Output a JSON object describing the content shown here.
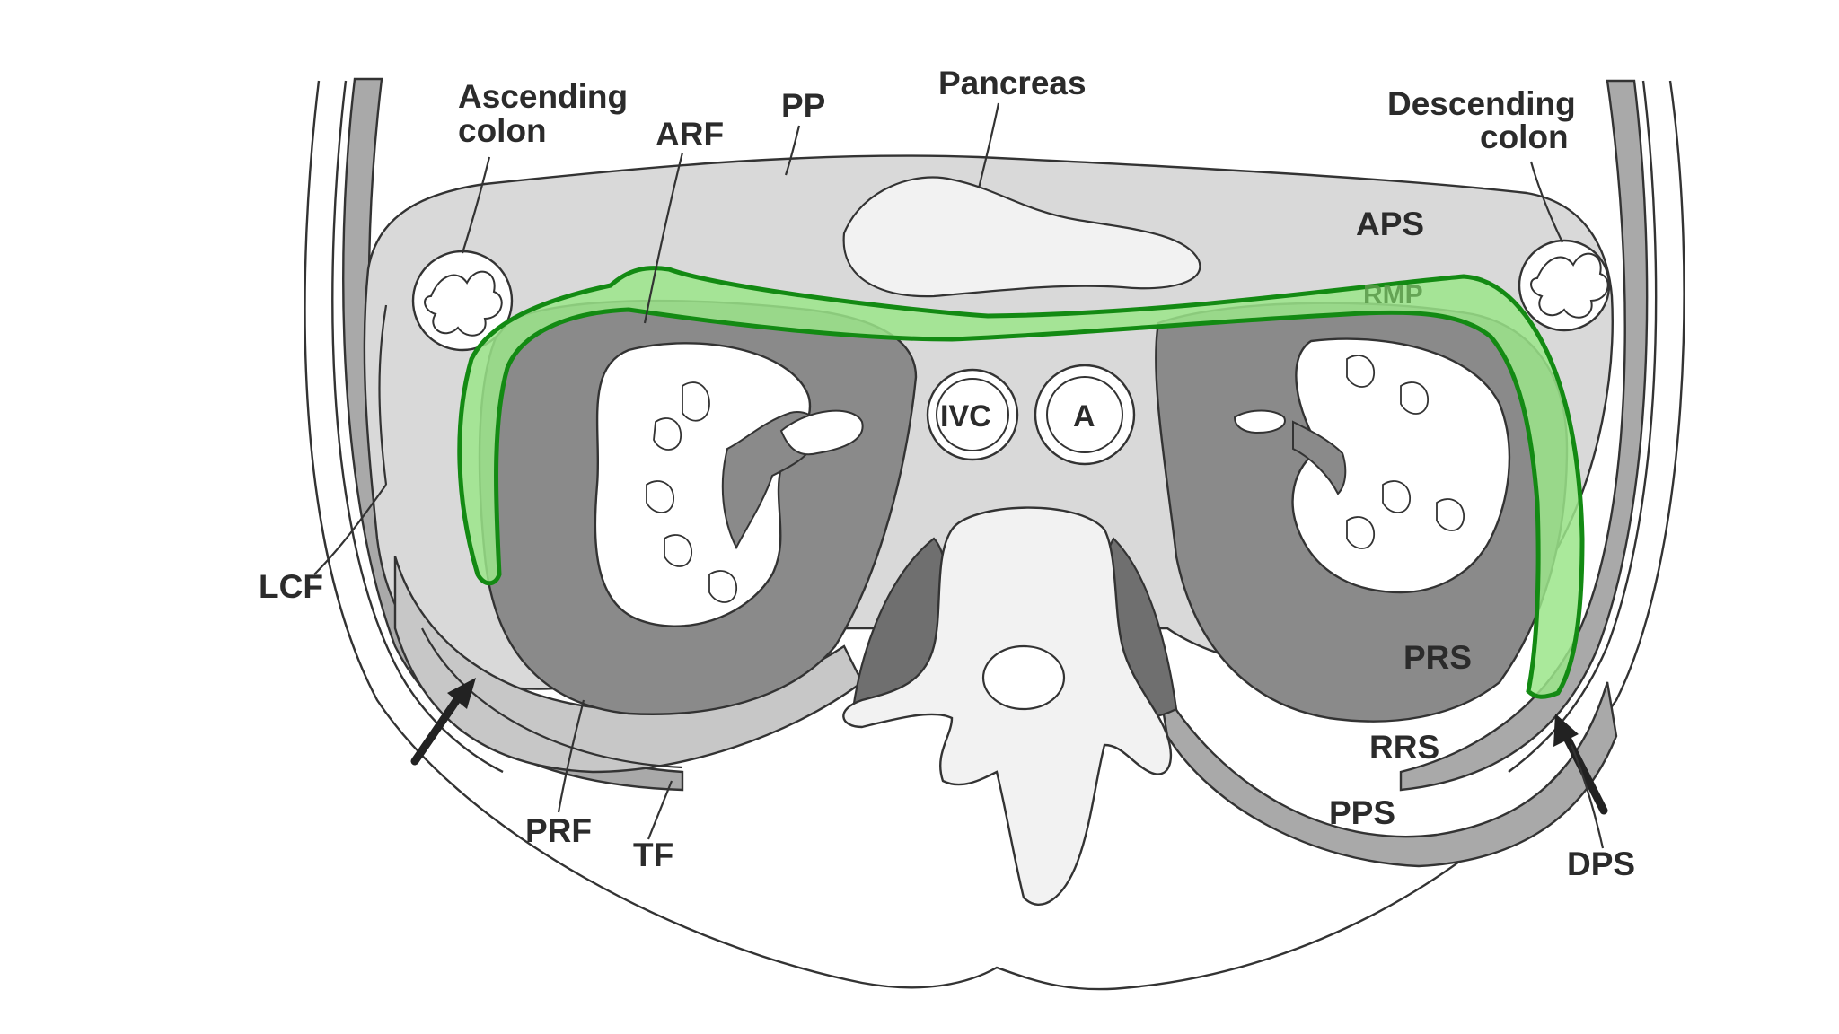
{
  "labels": {
    "ascending_colon_line1": "Ascending",
    "ascending_colon_line2": "colon",
    "arf": "ARF",
    "pp": "PP",
    "pancreas": "Pancreas",
    "descending_colon_line1": "Descending",
    "descending_colon_line2": "colon",
    "aps": "APS",
    "rmp": "RMP",
    "ivc": "IVC",
    "aorta": "A",
    "lcf": "LCF",
    "prs": "PRS",
    "rrs": "RRS",
    "pps": "PPS",
    "prf": "PRF",
    "tf": "TF",
    "dps": "DPS"
  },
  "colors": {
    "highlight_fill": "#9be58a",
    "highlight_stroke": "#138a13",
    "light_gray": "#d9d9d9",
    "mid_gray": "#a9a9a9",
    "dark_gray": "#8a8a8a",
    "outline": "#333333"
  }
}
